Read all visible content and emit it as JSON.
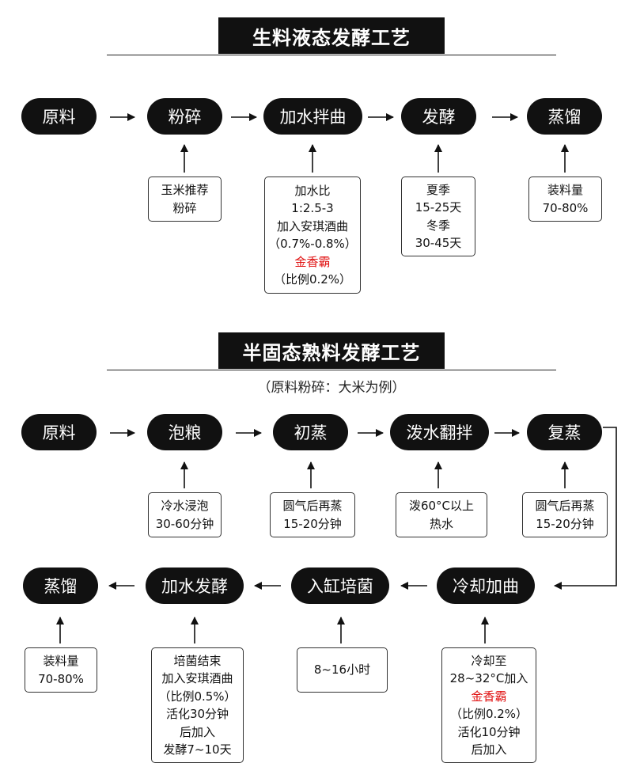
{
  "colors": {
    "pill_bg": "#111111",
    "pill_text": "#ffffff",
    "highlight": "#e01010"
  },
  "section1": {
    "title": "生料液态发酵工艺",
    "steps": [
      "原料",
      "粉碎",
      "加水拌曲",
      "发酵",
      "蒸馏"
    ],
    "notes": [
      [
        "玉米推荐",
        "粉碎"
      ],
      [
        "加水比",
        "1:2.5-3",
        "加入安琪酒曲",
        "（0.7%-0.8%）",
        "金香霸",
        "（比例0.2%）"
      ],
      [
        "夏季",
        "15-25天",
        "冬季",
        "30-45天"
      ],
      [
        "装料量",
        "70-80%"
      ]
    ]
  },
  "section2": {
    "title": "半固态熟料发酵工艺",
    "subtitle": "（原料粉碎：大米为例）",
    "row1_steps": [
      "原料",
      "泡粮",
      "初蒸",
      "泼水翻拌",
      "复蒸"
    ],
    "row1_notes": [
      [
        "冷水浸泡",
        "30-60分钟"
      ],
      [
        "圆气后再蒸",
        "15-20分钟"
      ],
      [
        "泼60°C以上",
        "热水"
      ],
      [
        "圆气后再蒸",
        "15-20分钟"
      ]
    ],
    "row2_steps": [
      "冷却加曲",
      "入缸培菌",
      "加水发酵",
      "蒸馏"
    ],
    "row2_notes": [
      [
        "冷却至",
        "28~32°C加入",
        "金香霸",
        "（比例0.2%）",
        "活化10分钟",
        "后加入"
      ],
      [
        "8~16小时"
      ],
      [
        "培菌结束",
        "加入安琪酒曲",
        "（比例0.5%）",
        "活化30分钟",
        "后加入",
        "发酵7~10天"
      ],
      [
        "装料量",
        "70-80%"
      ]
    ]
  }
}
